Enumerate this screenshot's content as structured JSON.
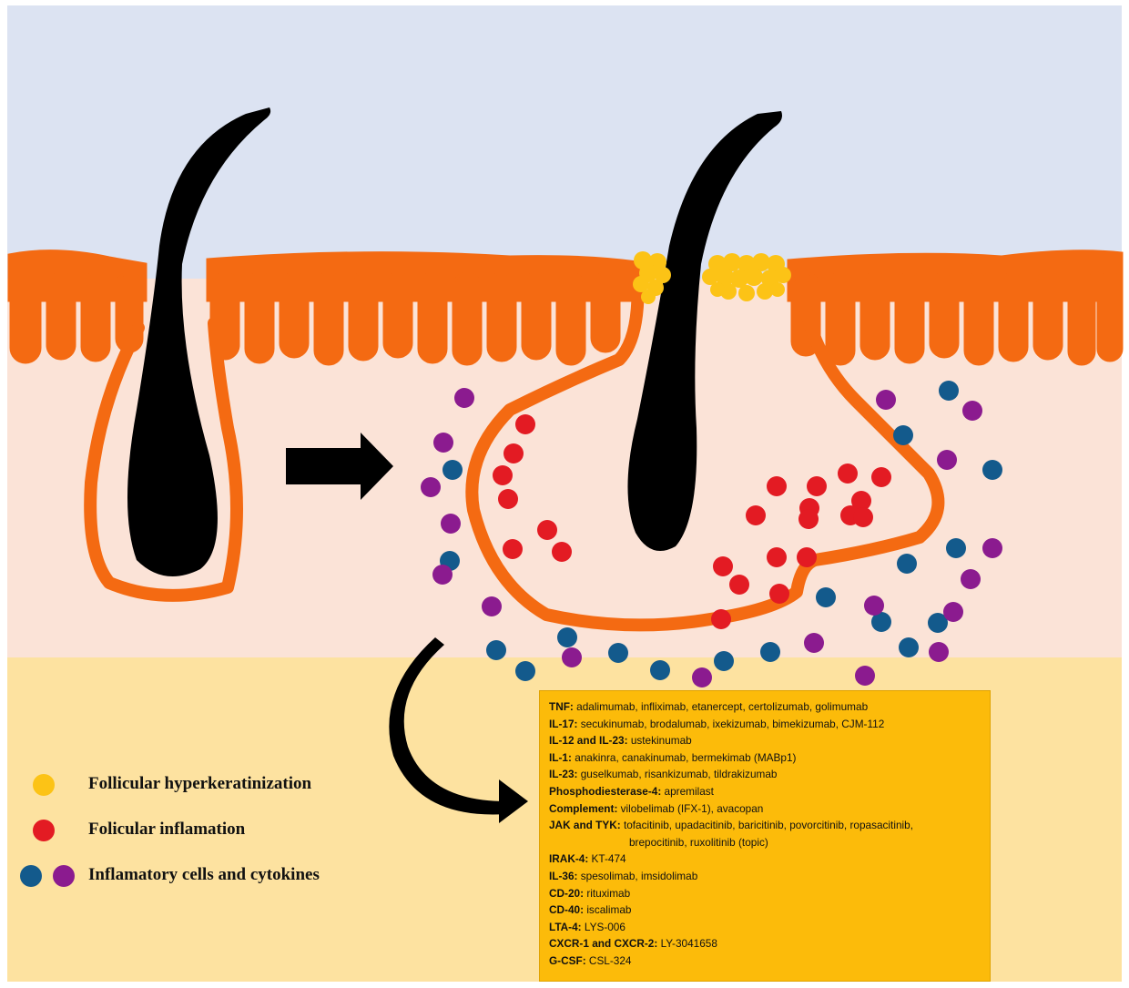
{
  "colors": {
    "sky": "#dce3f2",
    "dermis": "#fbe3d7",
    "subcutis": "#fde2a0",
    "epidermis": "#f46a12",
    "hair": "#000000",
    "keratin": "#fcc316",
    "inflammation": "#e31b23",
    "cell_blue": "#135a8c",
    "cell_purple": "#8b1b8f",
    "drug_box": "#fcbb0a"
  },
  "legend": {
    "hyperkeratinization": "Follicular hyperkeratinization",
    "inflammation": "Folicular inflamation",
    "cells": "Inflamatory cells and cytokines"
  },
  "drugs": [
    {
      "target": "TNF:",
      "agents": "adalimumab, infliximab, etanercept, certolizumab, golimumab"
    },
    {
      "target": "IL-17:",
      "agents": "secukinumab, brodalumab, ixekizumab, bimekizumab, CJM-112"
    },
    {
      "target": "IL-12 and IL-23:",
      "agents": "ustekinumab"
    },
    {
      "target": "IL-1:",
      "agents": "anakinra, canakinumab, bermekimab (MABp1)"
    },
    {
      "target": "IL-23:",
      "agents": "guselkumab, risankizumab, tildrakizumab"
    },
    {
      "target": "Phosphodiesterase-4:",
      "agents": "apremilast"
    },
    {
      "target": "Complement:",
      "agents": "vilobelimab (IFX-1), avacopan"
    },
    {
      "target": "JAK and TYK:",
      "agents": "tofacitinib, upadacitinib, baricitinib, povorcitinib, ropasacitinib,",
      "continuation": "brepocitinib, ruxolitinib (topic)"
    },
    {
      "target": "IRAK-4:",
      "agents": "KT-474"
    },
    {
      "target": "IL-36:",
      "agents": "spesolimab, imsidolimab"
    },
    {
      "target": "CD-20:",
      "agents": "rituximab"
    },
    {
      "target": "CD-40:",
      "agents": "iscalimab"
    },
    {
      "target": "LTA-4:",
      "agents": "LYS-006"
    },
    {
      "target": "CXCR-1 and CXCR-2:",
      "agents": "LY-3041658"
    },
    {
      "target": "G-CSF:",
      "agents": "CSL-324"
    }
  ]
}
